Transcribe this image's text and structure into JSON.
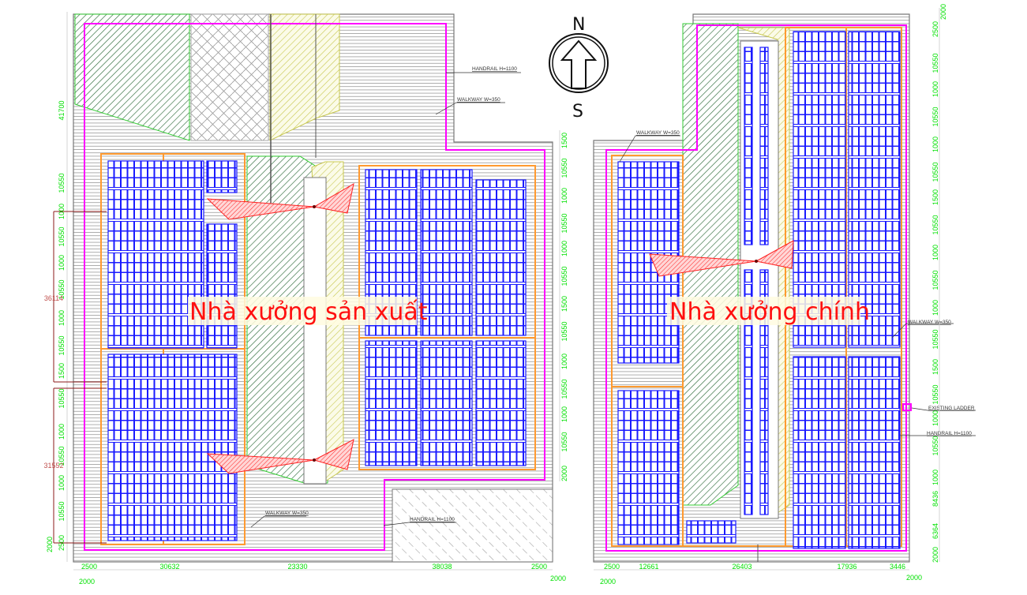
{
  "compass": {
    "north": "N",
    "south": "S"
  },
  "buildings": [
    {
      "title": "Nhà xưởng sản xuất"
    },
    {
      "title": "Nhà xưởng chính"
    }
  ],
  "annotations": {
    "handrail_top_left": "HANDRAIL H=1100",
    "walkway_top_left": "WALKWAY W=350",
    "walkway_bottom_left": "WALKWAY W=350",
    "handrail_bottom_left": "HANDRAIL H=1100",
    "walkway_top_right": "WALKWAY W=350",
    "walkway_right": "WALKWAY W=350",
    "existing_ladder": "EXISTING LADDER",
    "handrail_right": "HANDRAIL H=1100"
  },
  "dimensions": {
    "left_vertical": [
      "41700",
      "10550",
      "1000",
      "10550",
      "1000",
      "10550",
      "1000",
      "10550",
      "1500",
      "10550",
      "1000",
      "10550",
      "1000",
      "10550",
      "2500",
      "2000"
    ],
    "left_red": [
      "36114",
      "31552"
    ],
    "left_bottom": [
      "2500",
      "30632",
      "23330",
      "38038",
      "2500",
      "2000",
      "2000"
    ],
    "middle_vertical": [
      "1500",
      "10550",
      "1000",
      "10550",
      "1000",
      "10550",
      "1500",
      "10550",
      "1000",
      "10550",
      "1000",
      "10550",
      "2000"
    ],
    "right_vertical": [
      "2000",
      "2500",
      "10550",
      "1000",
      "10550",
      "1000",
      "10550",
      "1500",
      "10550",
      "1000",
      "10550",
      "1000",
      "10550",
      "1500",
      "10550",
      "1000",
      "10550",
      "1000",
      "8436",
      "6364",
      "2000"
    ],
    "right_bottom": [
      "2500",
      "12661",
      "26403",
      "17936",
      "3446",
      "2000",
      "2000"
    ]
  },
  "colors": {
    "panel": "#1a1aff",
    "frame": "#ff9a30",
    "handrail": "#ff00ff",
    "dimension": "#00e000",
    "sector": "#ff2020",
    "green_hatch": "#2e7d32",
    "yellow_hatch": "#c8c850"
  }
}
